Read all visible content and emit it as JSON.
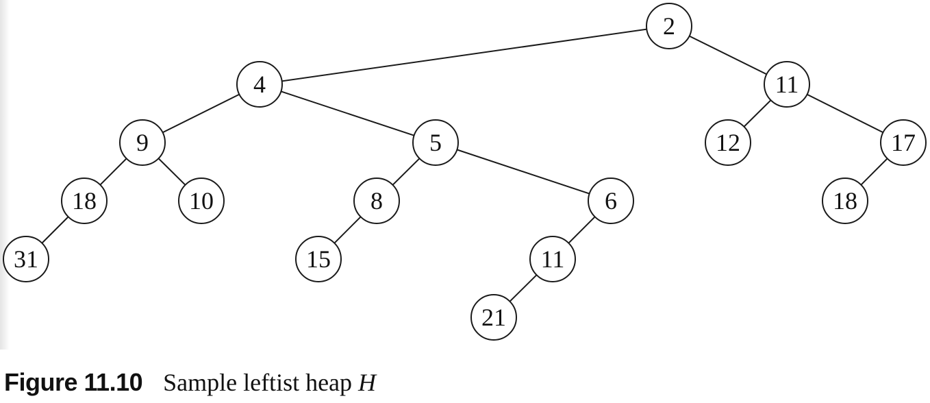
{
  "figure": {
    "caption_label": "Figure 11.10",
    "caption_text": "Sample leftist heap ",
    "caption_var": "H"
  },
  "tree": {
    "nodes": [
      {
        "id": "n2",
        "label": "2"
      },
      {
        "id": "n4",
        "label": "4"
      },
      {
        "id": "n11a",
        "label": "11"
      },
      {
        "id": "n9",
        "label": "9"
      },
      {
        "id": "n5",
        "label": "5"
      },
      {
        "id": "n12",
        "label": "12"
      },
      {
        "id": "n17",
        "label": "17"
      },
      {
        "id": "n18a",
        "label": "18"
      },
      {
        "id": "n10",
        "label": "10"
      },
      {
        "id": "n8",
        "label": "8"
      },
      {
        "id": "n6",
        "label": "6"
      },
      {
        "id": "n18b",
        "label": "18"
      },
      {
        "id": "n31",
        "label": "31"
      },
      {
        "id": "n15",
        "label": "15"
      },
      {
        "id": "n11b",
        "label": "11"
      },
      {
        "id": "n21",
        "label": "21"
      }
    ],
    "edges": [
      [
        "n2",
        "n4"
      ],
      [
        "n2",
        "n11a"
      ],
      [
        "n4",
        "n9"
      ],
      [
        "n4",
        "n5"
      ],
      [
        "n11a",
        "n12"
      ],
      [
        "n11a",
        "n17"
      ],
      [
        "n9",
        "n18a"
      ],
      [
        "n9",
        "n10"
      ],
      [
        "n5",
        "n8"
      ],
      [
        "n5",
        "n6"
      ],
      [
        "n17",
        "n18b"
      ],
      [
        "n18a",
        "n31"
      ],
      [
        "n8",
        "n15"
      ],
      [
        "n6",
        "n11b"
      ],
      [
        "n11b",
        "n21"
      ]
    ]
  }
}
